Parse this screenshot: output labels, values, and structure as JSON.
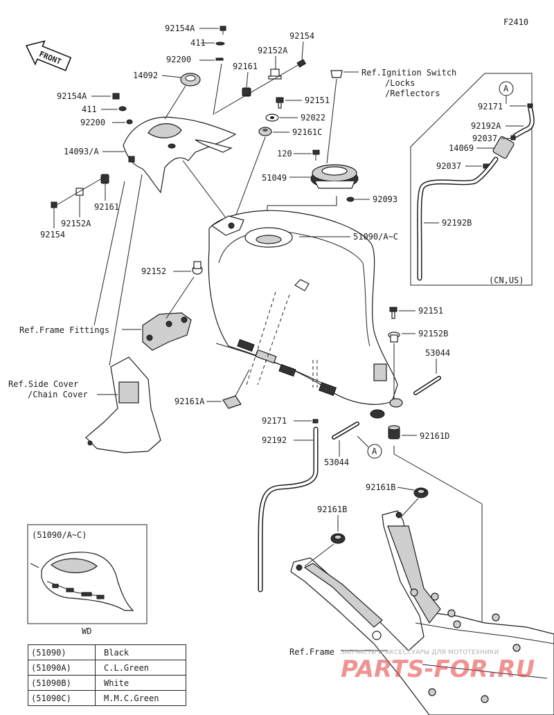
{
  "diagram_code": "F2410",
  "front_label": "FRONT",
  "callouts": {
    "p92154A_top": "92154A",
    "p411_top": "411",
    "p92200_top": "92200",
    "p14092": "14092",
    "p92154_top": "92154",
    "p92152A_top": "92152A",
    "p92161_top": "92161",
    "p92151_top": "92151",
    "p92022": "92022",
    "p92161C": "92161C",
    "p120": "120",
    "p51049": "51049",
    "p92093": "92093",
    "p51090": "51090/A~C",
    "p92154A_left": "92154A",
    "p411_left": "411",
    "p92200_left": "92200",
    "p14093": "14093/A",
    "p92161_left": "92161",
    "p92152A_left": "92152A",
    "p92154_left": "92154",
    "p92152": "92152",
    "p92151_right": "92151",
    "p92152B": "92152B",
    "p53044_right": "53044",
    "p92161A": "92161A",
    "p92171": "92171",
    "p92192": "92192",
    "p53044_mid": "53044",
    "p92161D": "92161D",
    "p92161B_top": "92161B",
    "p92161B_left": "92161B"
  },
  "refs": {
    "ignition_line1": "Ref.Ignition Switch",
    "ignition_line2": "/Locks",
    "ignition_line3": "/Reflectors",
    "frame_fittings": "Ref.Frame Fittings",
    "side_cover_line1": "Ref.Side Cover",
    "side_cover_line2": "/Chain Cover",
    "frame": "Ref.Frame"
  },
  "canister_box": {
    "marker": "A",
    "p92171": "92171",
    "p92192A": "92192A",
    "p92037_a": "92037",
    "p14069": "14069",
    "p92037_b": "92037",
    "p92192B": "92192B",
    "market": "(CN,US)"
  },
  "connector_marker": "A",
  "inset": {
    "title": "(51090/A~C)",
    "caption": "WD"
  },
  "color_table": [
    {
      "part": "(51090)",
      "color": "Black"
    },
    {
      "part": "(51090A)",
      "color": "C.L.Green"
    },
    {
      "part": "(51090B)",
      "color": "White"
    },
    {
      "part": "(51090C)",
      "color": "M.M.C.Green"
    }
  ],
  "watermark": {
    "caption": "ЗАПЧАСТИ И АКСЕССУАРЫ ДЛЯ МОТОТЕХНИКИ",
    "logo": "PARTS-FOR.RU",
    "color": "#e23b3b"
  }
}
